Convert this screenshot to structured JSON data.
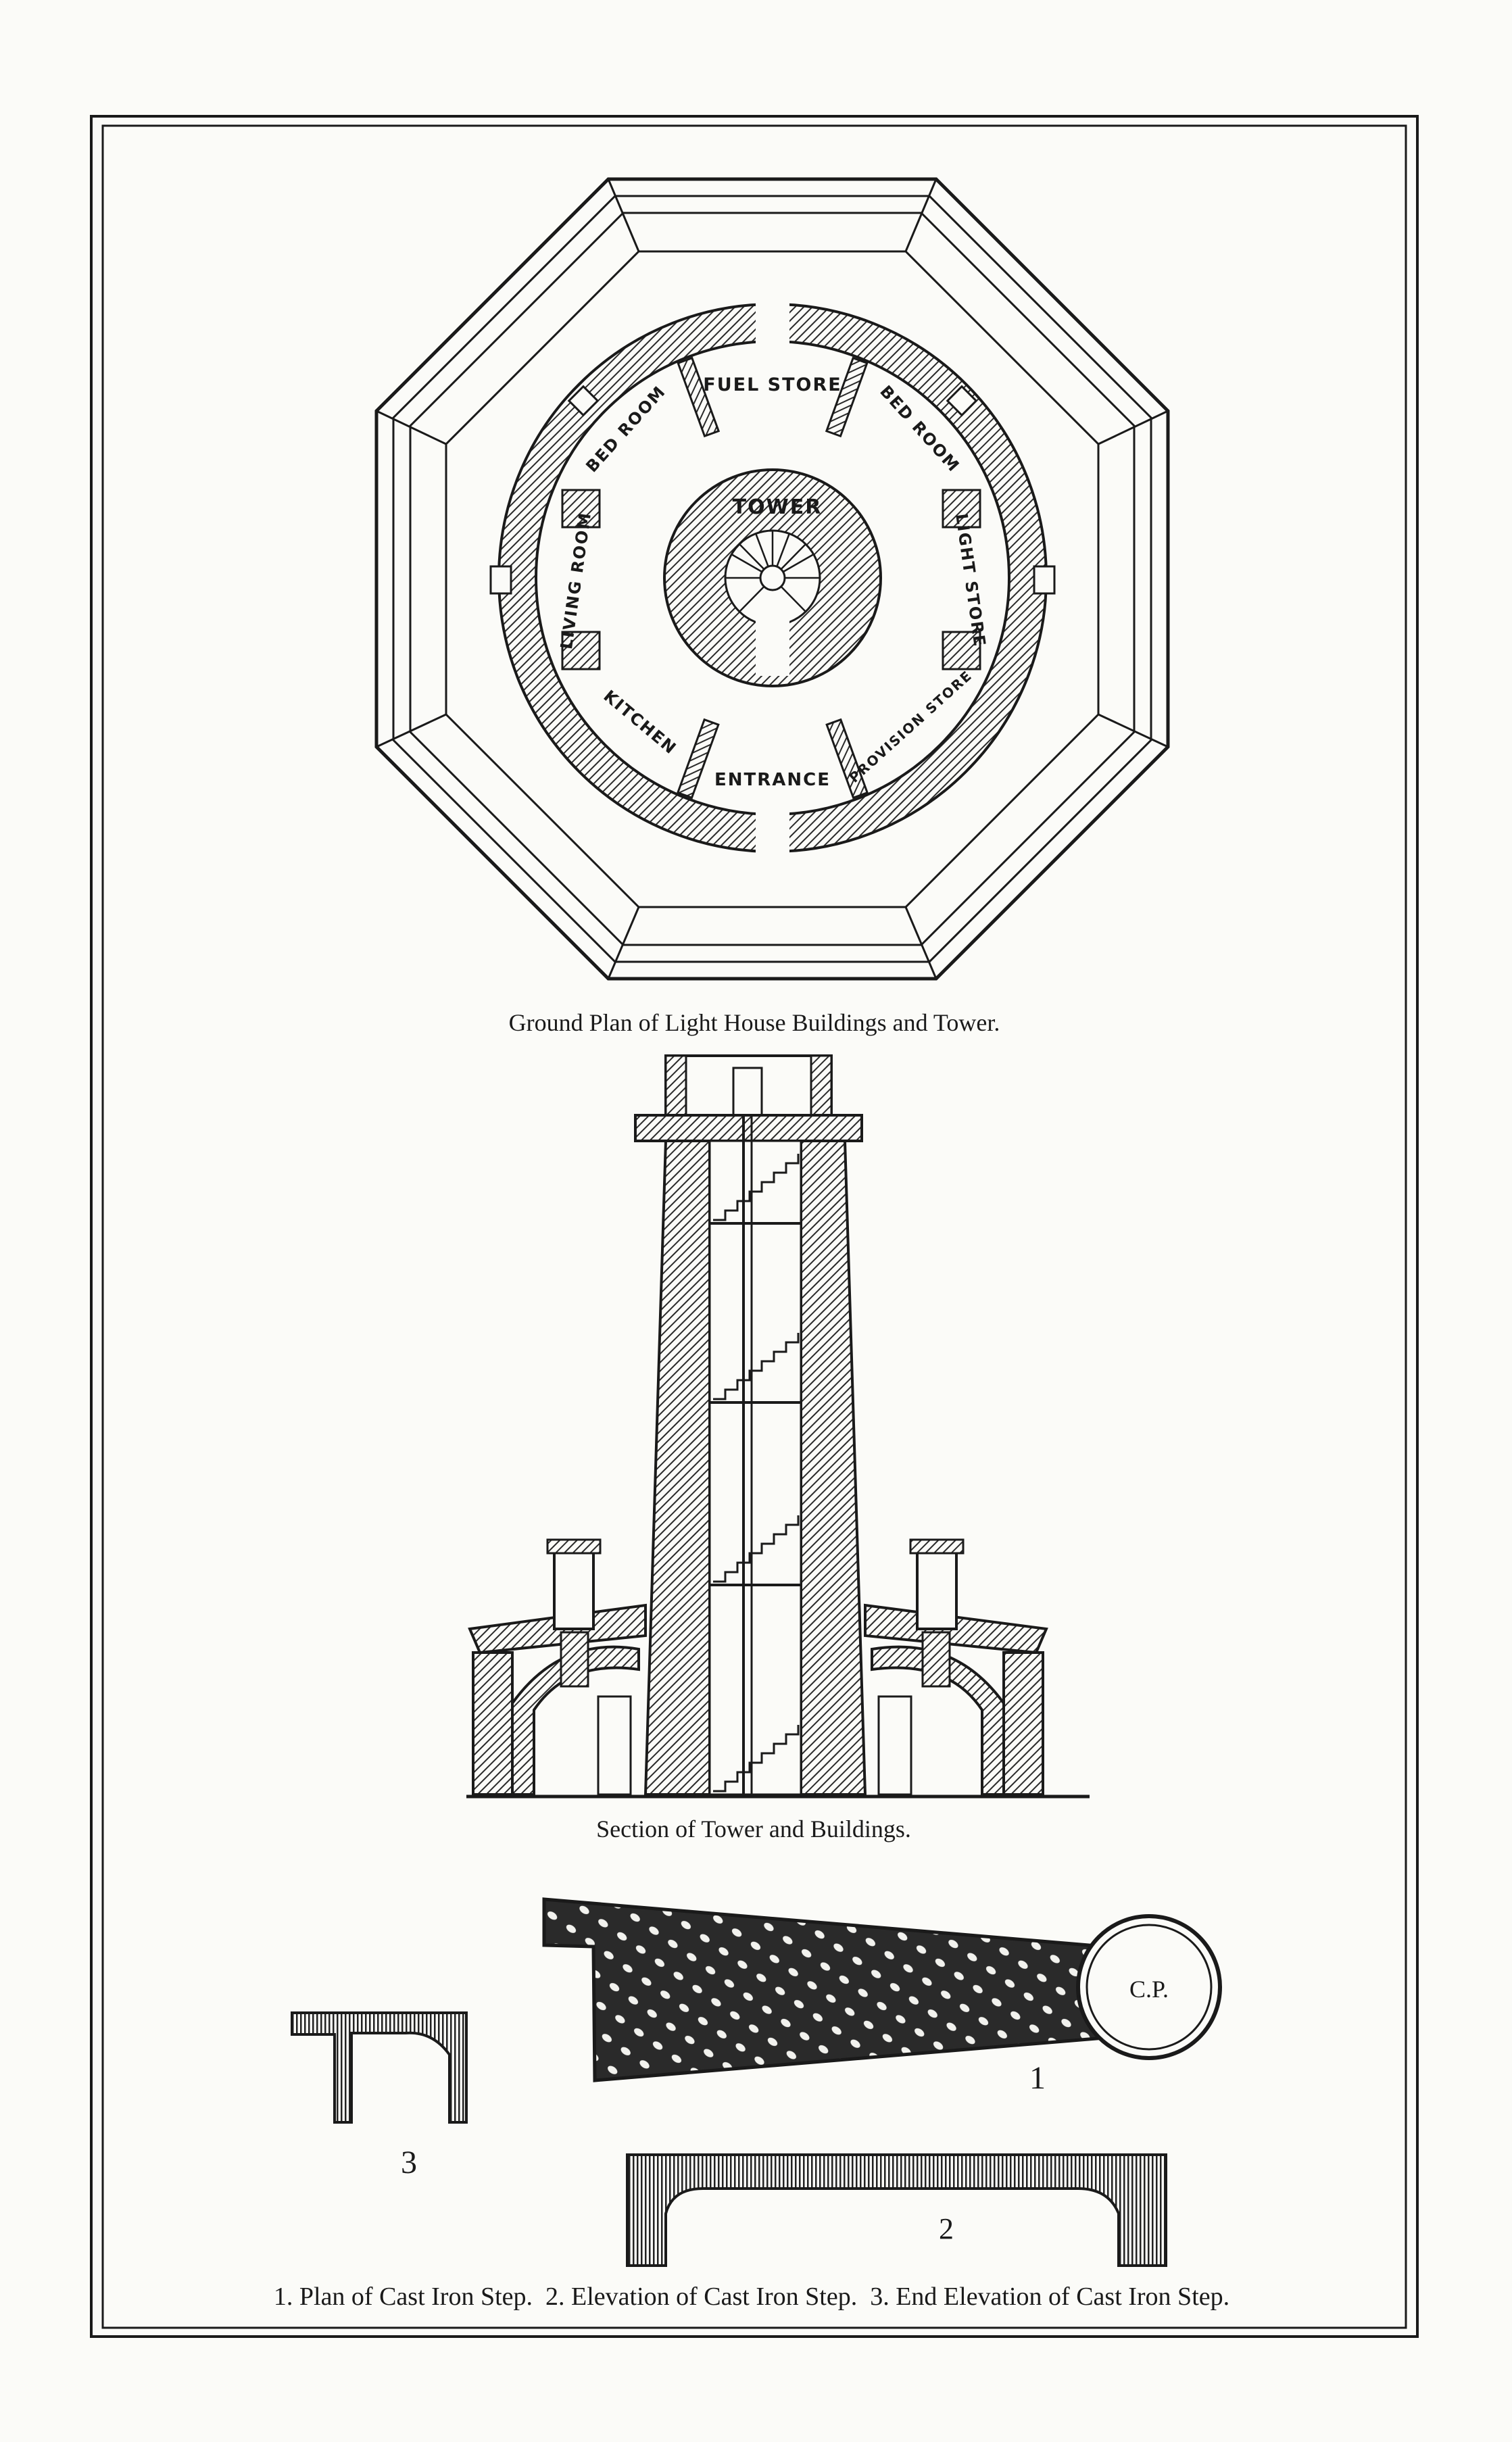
{
  "plan": {
    "rooms": {
      "fuel_store": "FUEL STORE",
      "bed_room_left": "BED ROOM",
      "bed_room_right": "BED ROOM",
      "living_room": "LIVING ROOM",
      "light_store": "LIGHT STORE",
      "kitchen": "KITCHEN",
      "entrance": "ENTRANCE",
      "provision_store": "PROVISION STORE",
      "tower": "TOWER"
    },
    "caption": "Ground Plan of Light House Buildings and Tower."
  },
  "section": {
    "caption": "Section of Tower and Buildings."
  },
  "steps": {
    "cp_label": "C.P.",
    "fig1_number": "1",
    "fig2_number": "2",
    "fig3_number": "3",
    "caption": "1. Plan of Cast Iron Step.  2. Elevation of Cast Iron Step.  3. End Elevation of Cast Iron Step."
  },
  "colors": {
    "ink": "#1a1a1a",
    "paper": "#fbfbf8",
    "hatch": "#2a2a2a"
  }
}
